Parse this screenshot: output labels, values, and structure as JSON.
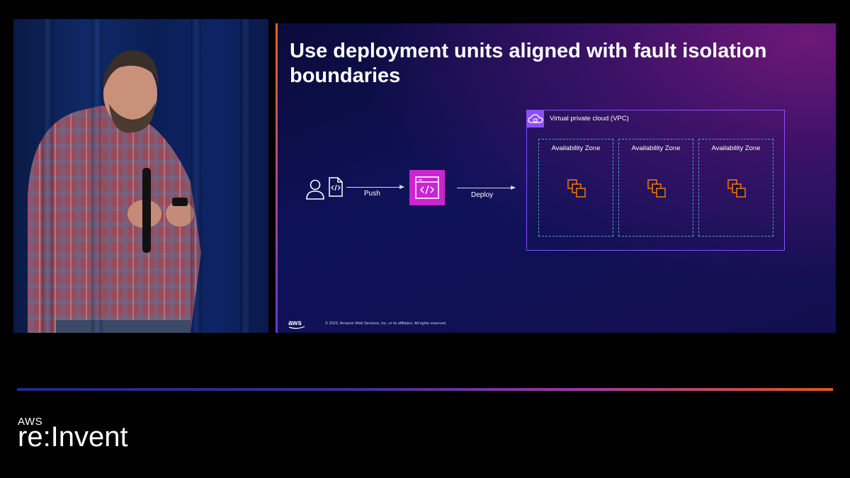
{
  "slide": {
    "title": "Use deployment units aligned with fault isolation boundaries",
    "push_label": "Push",
    "deploy_label": "Deploy",
    "vpc_label": "Virtual private cloud (VPC)",
    "availability_zones": [
      {
        "label": "Availability Zone"
      },
      {
        "label": "Availability Zone"
      },
      {
        "label": "Availability Zone"
      }
    ],
    "footer_logo": "aws",
    "copyright": "© 2023, Amazon Web Services, Inc. or its affiliates. All rights reserved.",
    "icons": [
      "person-icon",
      "code-file-icon",
      "code-pipeline-icon",
      "vpc-cloud-icon",
      "ec2-instances-icon"
    ]
  },
  "branding": {
    "aws": "AWS",
    "event": "re:Invent"
  },
  "colors": {
    "pipeline": "#c925d1",
    "vpc": "#8c4fff",
    "az_border": "#4aa7c4",
    "instances": "#ed7100"
  }
}
